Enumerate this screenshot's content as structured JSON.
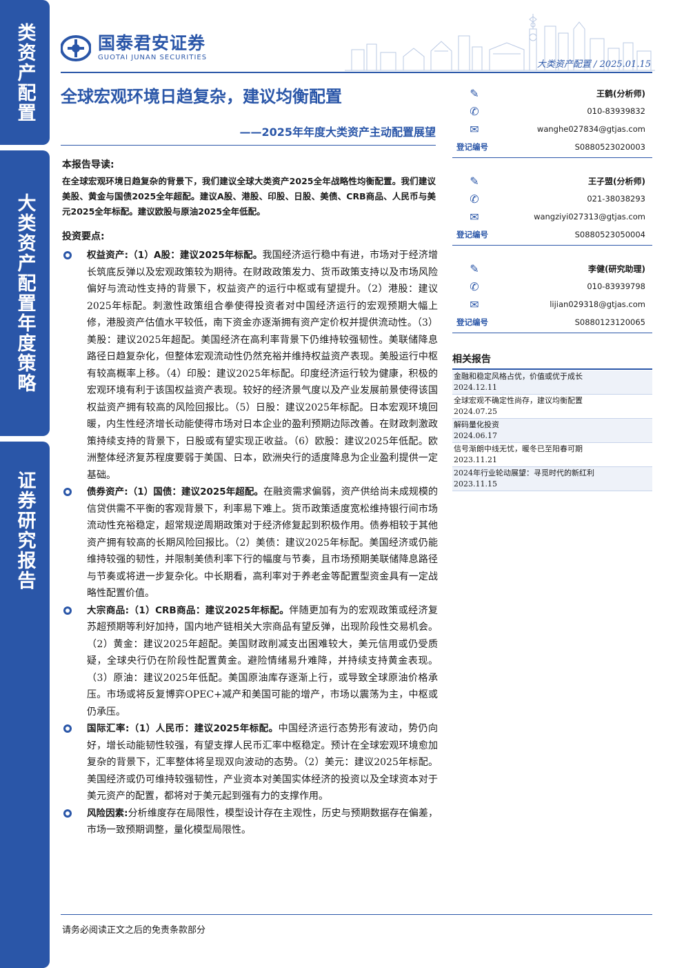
{
  "sidebar": {
    "tab1": "类资产配置",
    "tab2": "大类资产配置年度策略",
    "tab3": "证券研究报告"
  },
  "logo": {
    "cn": "国泰君安证券",
    "en": "GUOTAI JUNAN SECURITIES"
  },
  "header": {
    "category": "大类资产配置",
    "date": "2025.01.15"
  },
  "title": {
    "main": "全球宏观环境日趋复杂，建议均衡配置",
    "sub": "——2025年年度大类资产主动配置展望"
  },
  "intro": {
    "heading": "本报告导读:",
    "text": "在全球宏观环境日趋复杂的背景下，我们建议全球大类资产2025全年战略性均衡配置。我们建议美股、黄金与国债2025全年超配。建议A股、港股、印股、日股、美债、CRB商品、人民币与美元2025全年标配。建议欧股与原油2025全年低配。"
  },
  "points_heading": "投资要点:",
  "points": [
    {
      "head": "权益资产:（1）A股：建议2025年标配。",
      "body": "我国经济运行稳中有进，市场对于经济增长筑底反弹以及宏观政策较为期待。在财政政策发力、货币政策支持以及市场风险偏好与流动性支持的背景下，权益资产的运行中枢或有望提升。（2）港股：建议2025年标配。刺激性政策组合拳使得投资者对中国经济运行的宏观预期大幅上修，港股资产估值水平较低，南下资金亦逐渐拥有资产定价权并提供流动性。（3）美股：建议2025年超配。美国经济在高利率背景下仍维持较强韧性。美联储降息路径日趋复杂化，但整体宏观流动性仍然充裕并维持权益资产表现。美股运行中枢有较高概率上移。（4）印股：建议2025年标配。印度经济运行较为健康，积极的宏观环境有利于该国权益资产表现。较好的经济景气度以及产业发展前景使得该国权益资产拥有较高的风险回报比。（5）日股：建议2025年标配。日本宏观环境回暖，内生性经济增长动能使得市场对日本企业的盈利预期边际改善。在财政刺激政策持续支持的背景下，日股或有望实现正收益。（6）欧股：建议2025年低配。欧洲整体经济复苏程度要弱于美国、日本，欧洲央行的适度降息为企业盈利提供一定基础。"
    },
    {
      "head": "债券资产:（1）国债：建议2025年超配。",
      "body": "在融资需求偏弱，资产供给尚未成规模的信贷供需不平衡的客观背景下，利率易下难上。货币政策适度宽松维持银行间市场流动性充裕稳定，超常规逆周期政策对于经济修复起到积极作用。债券相较于其他资产拥有较高的长期风险回报比。（2）美债：建议2025年标配。美国经济或仍能维持较强的韧性，并限制美债利率下行的幅度与节奏，且市场预期美联储降息路径与节奏或将进一步复杂化。中长期看，高利率对于养老金等配置型资金具有一定战略性配置价值。"
    },
    {
      "head": "大宗商品:（1）CRB商品：建议2025年标配。",
      "body": "伴随更加有为的宏观政策或经济复苏超预期等利好加持，国内地产链相关大宗商品有望反弹，出现阶段性交易机会。（2）黄金：建议2025年超配。美国财政削减支出困难较大，美元信用或仍受质疑，全球央行仍在阶段性配置黄金。避险情绪易升难降，并持续支持黄金表现。（3）原油：建议2025年低配。美国原油库存逐渐上行，或导致全球原油价格承压。市场或将反复博弈OPEC+减产和美国可能的增产，市场以震荡为主，中枢或仍承压。"
    },
    {
      "head": "国际汇率:（1）人民币：建议2025年标配。",
      "body": "中国经济运行态势形有波动，势仍向好，增长动能韧性较强，有望支撑人民币汇率中枢稳定。预计在全球宏观环境愈加复杂的背景下，汇率整体将呈现双向波动的态势。（2）美元：建议2025年标配。美国经济或仍可维持较强韧性，产业资本对美国实体经济的投资以及全球资本对于美元资产的配置，都将对于美元起到强有力的支撑作用。"
    },
    {
      "head": "风险因素:",
      "body": "分析维度存在局限性，模型设计存在主观性，历史与预期数据存在偏差，市场一致预期调整，量化模型局限性。"
    }
  ],
  "footer": "请务必阅读正文之后的免责条款部分",
  "reg_label": "登记编号",
  "analysts": [
    {
      "name": "王鹤(分析师)",
      "phone": "010-83939832",
      "email": "wanghe027834@gtjas.com",
      "reg": "S0880523020003"
    },
    {
      "name": "王子盟(分析师)",
      "phone": "021-38038293",
      "email": "wangziyi027313@gtjas.com",
      "reg": "S0880523050004"
    },
    {
      "name": "李健(研究助理)",
      "phone": "010-83939798",
      "email": "lijian029318@gtjas.com",
      "reg": "S0880123120065"
    }
  ],
  "related": {
    "title": "相关报告",
    "items": [
      {
        "title": "金融和稳定风格占优，价值或优于成长",
        "date": "2024.12.11"
      },
      {
        "title": "全球宏观不确定性尚存，建议均衡配置",
        "date": "2024.07.25"
      },
      {
        "title": "解码量化投资",
        "date": "2024.06.17"
      },
      {
        "title": "信号渐朗中线无忧，暖冬已至阳春可期",
        "date": "2023.11.21"
      },
      {
        "title": "2024年行业轮动展望：寻觅时代的新红利",
        "date": "2023.11.15"
      }
    ]
  },
  "colors": {
    "brand": "#2a56a8"
  }
}
